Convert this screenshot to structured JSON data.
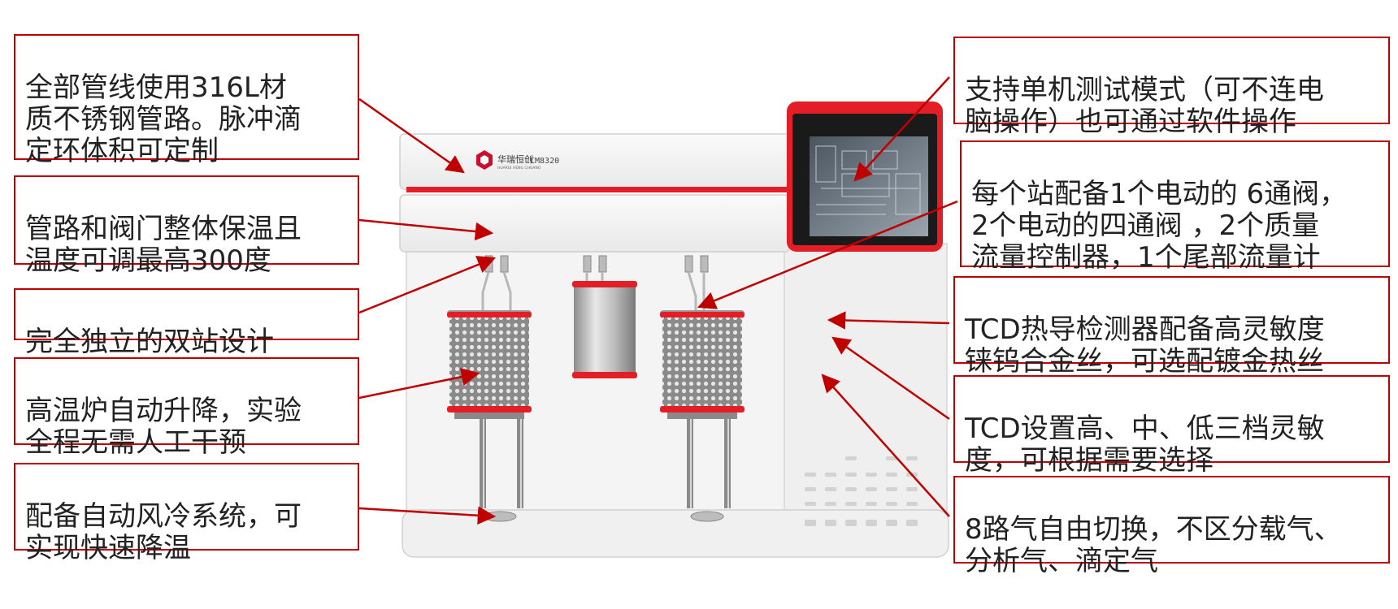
{
  "instrument": {
    "brand": "华瑞恒创",
    "brand_sub": "HUARUI HENG CHUANG",
    "model": "CM8320"
  },
  "callouts": {
    "left": [
      "全部管线使用316L材\n质不锈钢管路。脉冲滴\n定环体积可定制",
      "管路和阀门整体保温且\n温度可调最高300度",
      "完全独立的双站设计",
      "高温炉自动升降，实验\n全程无需人工干预",
      "配备自动风冷系统，可\n实现快速降温"
    ],
    "right": [
      "支持单机测试模式（可不连电\n脑操作）也可通过软件操作",
      "每个站配备1个电动的 6通阀，\n2个电动的四通阀 ，2个质量\n流量控制器，1个尾部流量计",
      "TCD热导检测器配备高灵敏度\n铼钨合金丝，可选配镀金热丝",
      "TCD设置高、中、低三档灵敏\n度，可根据需要选择",
      "8路气自由切换，不区分载气、\n分析气、滴定气"
    ]
  },
  "colors": {
    "accent": "#c00000",
    "instrument_red": "#e41e26",
    "body": "#f2f2f2"
  }
}
